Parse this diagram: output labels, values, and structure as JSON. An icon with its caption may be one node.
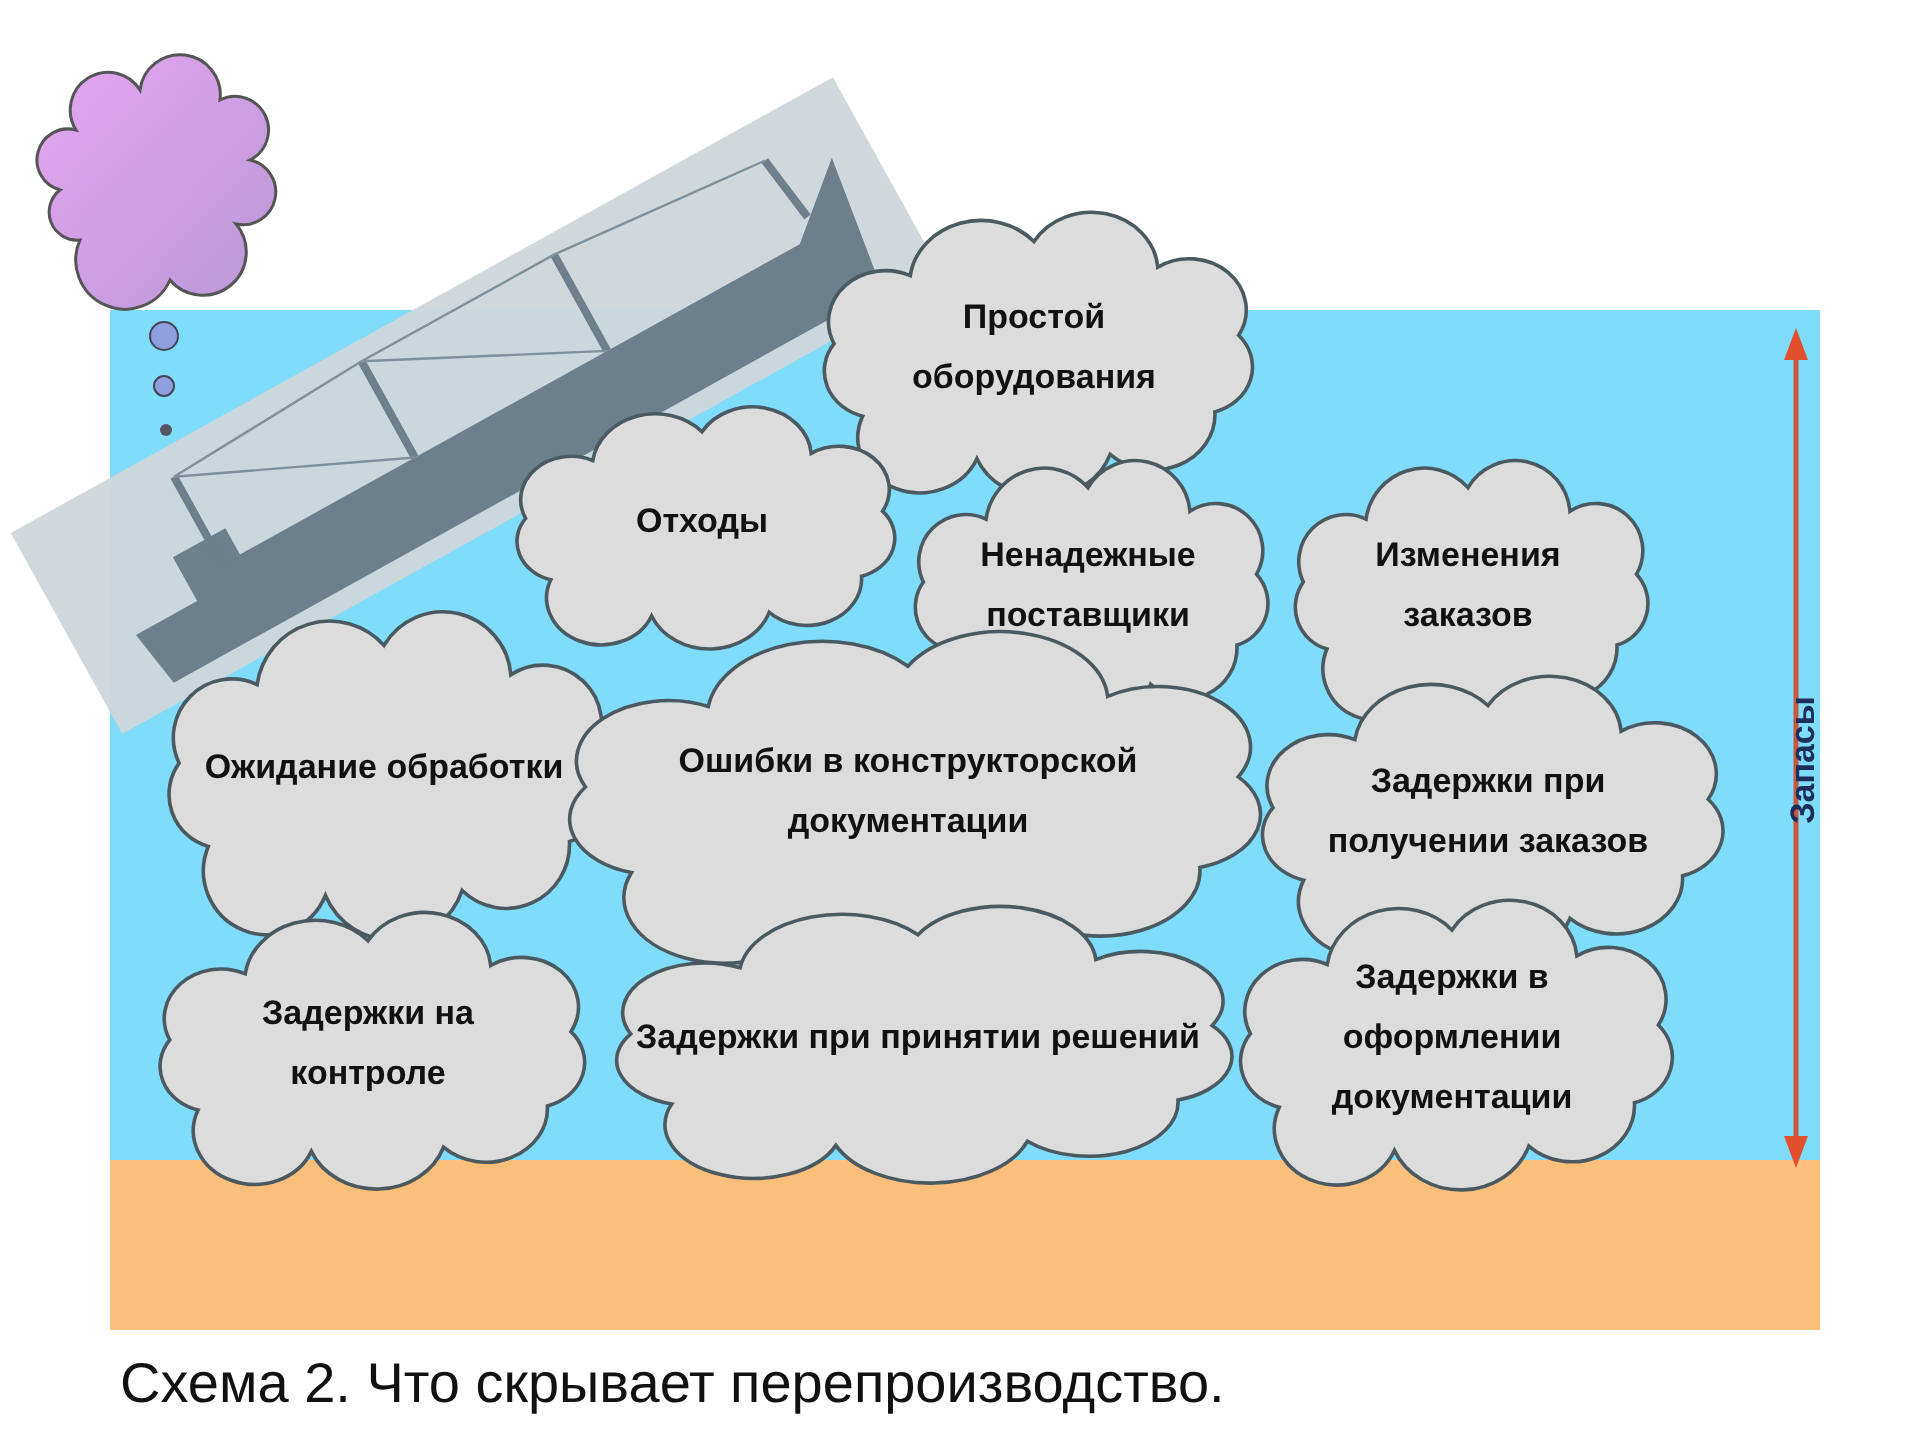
{
  "diagram": {
    "caption": "Схема 2. Что скрывает перепроизводство.",
    "nodes": [
      {
        "text": [
          "Простой оборудования"
        ]
      },
      {
        "text": [
          "Отходы"
        ]
      },
      {
        "text": [
          "Ненадежные поставщики"
        ]
      },
      {
        "text": [
          "Изменения заказов"
        ]
      },
      {
        "text": [
          "Ожидание обработки"
        ]
      },
      {
        "text": [
          "Ошибки в конструкторской документации"
        ]
      },
      {
        "text": [
          "Задержки при получении заказов"
        ]
      },
      {
        "text": [
          "Задержки на контроле"
        ]
      },
      {
        "text": [
          "Задержки при принятии решений"
        ]
      },
      {
        "text": [
          "Задержки в оформлении документации"
        ]
      }
    ],
    "edges": [],
    "labels": [
      "Запасы"
    ]
  }
}
